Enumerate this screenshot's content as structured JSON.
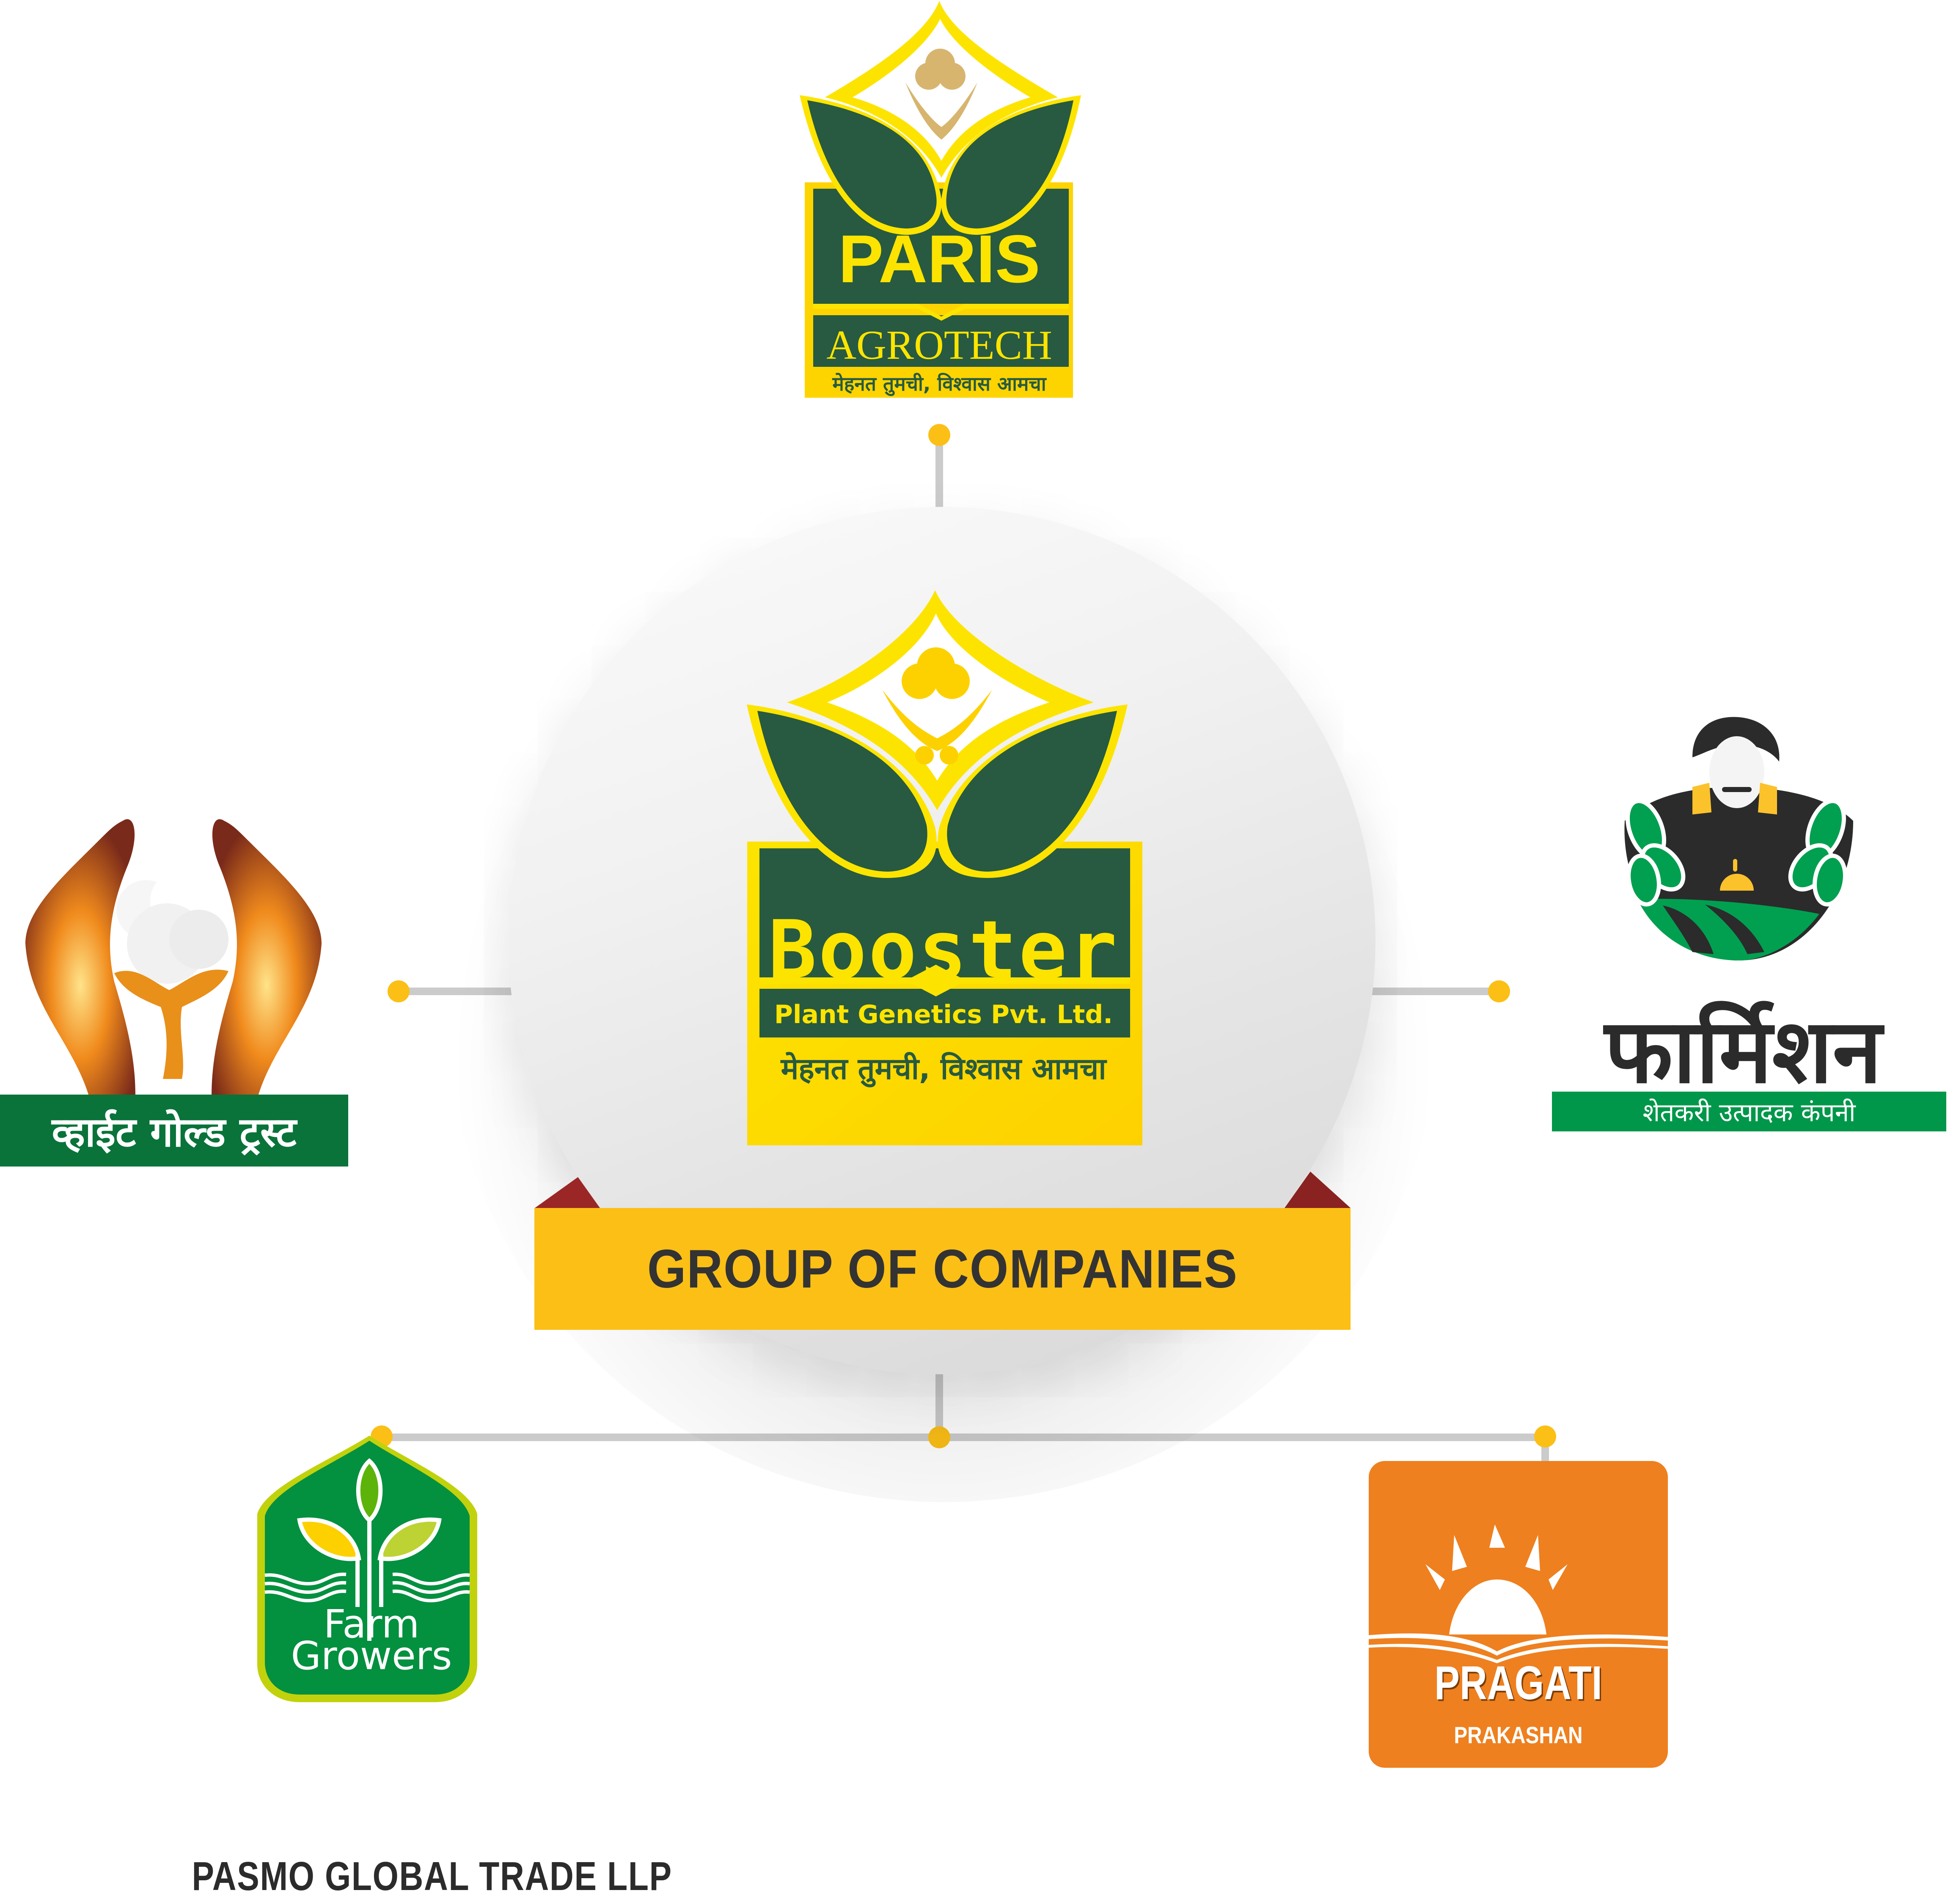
{
  "diagram": {
    "title": "GROUP OF COMPANIES",
    "layout": "hub-and-spoke",
    "colors": {
      "connector_line": "#cbcbcb",
      "connector_dot": "#fcbf16",
      "banner_fill": "#fcbf16",
      "banner_text": "#333333",
      "banner_fold": "#9a2626",
      "brand_green_dark": "#275a40",
      "brand_yellow": "#fde400"
    }
  },
  "hub": {
    "name": "Booster",
    "subtitle": "Plant Genetics Pvt. Ltd.",
    "tagline": "मेहनत तुमची, विश्वास आमचा"
  },
  "companies": [
    {
      "position": "top",
      "name": "PARIS",
      "subtitle": "AGROTECH",
      "tagline": "मेहनत तुमची, विश्वास आमचा"
    },
    {
      "position": "left",
      "name": "व्हाईट गोल्ड ट्रस्ट"
    },
    {
      "position": "right",
      "name": "फार्मिशन",
      "subtitle": "शेतकरी उत्पादक कंपनी"
    },
    {
      "position": "bottom-left",
      "logo_line1": "Farm",
      "logo_line2": "Growers",
      "name": "PASMO GLOBAL TRADE LLP"
    },
    {
      "position": "bottom-right",
      "name": "PRAGATI",
      "subtitle": "PRAKASHAN"
    }
  ]
}
